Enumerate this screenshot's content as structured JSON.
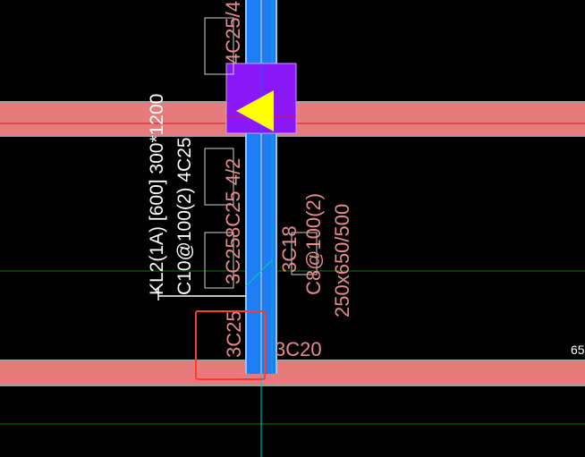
{
  "beam_label": {
    "line1": "KL2(1A) [600] 300*1200",
    "line2": "C10@100(2) 4C25"
  },
  "column_labels": {
    "top_rebar": "4C25/4",
    "mid_rebar": "8C25 4/2",
    "bottom_rebar": "3C25",
    "right_rebar": "3C18",
    "stirrup": "C8@100(2)",
    "section": "250x650/500",
    "lower_left_rebar": "3C25",
    "lower_right_rebar": "3C20"
  },
  "edge_number": "65",
  "colors": {
    "background": "#000000",
    "beam_fill": "#e77a7a",
    "column_fill": "#1e7df2",
    "node_fill": "#8a17f5",
    "marker_fill": "#ffff00",
    "highlight_box": "#ff3b30",
    "guide_line": "#00c8c8",
    "grid_line": "#0a7a0a"
  }
}
